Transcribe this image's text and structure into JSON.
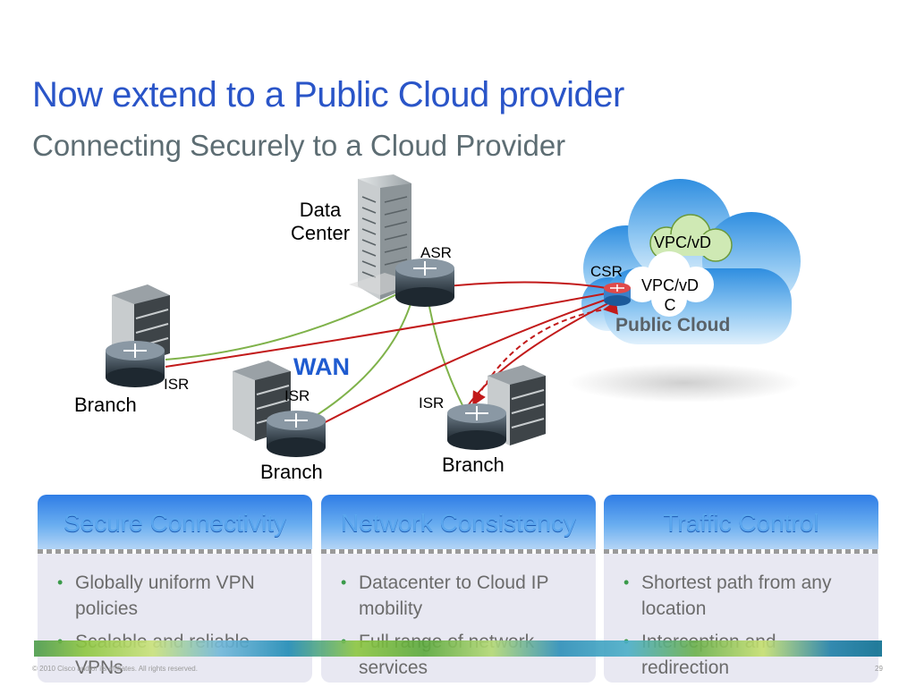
{
  "slide": {
    "title": "Now extend to a Public Cloud provider",
    "subtitle": "Connecting Securely to a Cloud Provider"
  },
  "diagram": {
    "datacenter_label": "Data\nCenter",
    "asr_label": "ASR",
    "csr_label": "CSR",
    "vpc_back_label": "VPC/vD",
    "vpc_front_label": "VPC/vD\nC",
    "public_cloud_label": "Public Cloud",
    "wan_label": "WAN",
    "branch_left": {
      "isr": "ISR",
      "label": "Branch"
    },
    "branch_mid": {
      "isr": "ISR",
      "label": "Branch"
    },
    "branch_right": {
      "isr": "ISR",
      "label": "Branch"
    },
    "colors": {
      "red_link": "#c21a1a",
      "green_link": "#7fb24a",
      "wan": "#1f5bd0"
    }
  },
  "cards": [
    {
      "title": "Secure Connectivity",
      "bullets": [
        "Globally uniform VPN policies",
        "Scalable and reliable VPNs"
      ]
    },
    {
      "title": "Network Consistency",
      "bullets": [
        "Datacenter to Cloud IP mobility",
        "Full range of network services"
      ]
    },
    {
      "title": "Traffic Control",
      "bullets": [
        "Shortest path from any location",
        "Interception and redirection"
      ]
    }
  ],
  "footer": {
    "copyright": "© 2010 Cisco and/or its affiliates. All rights reserved.",
    "page_number": "29"
  }
}
